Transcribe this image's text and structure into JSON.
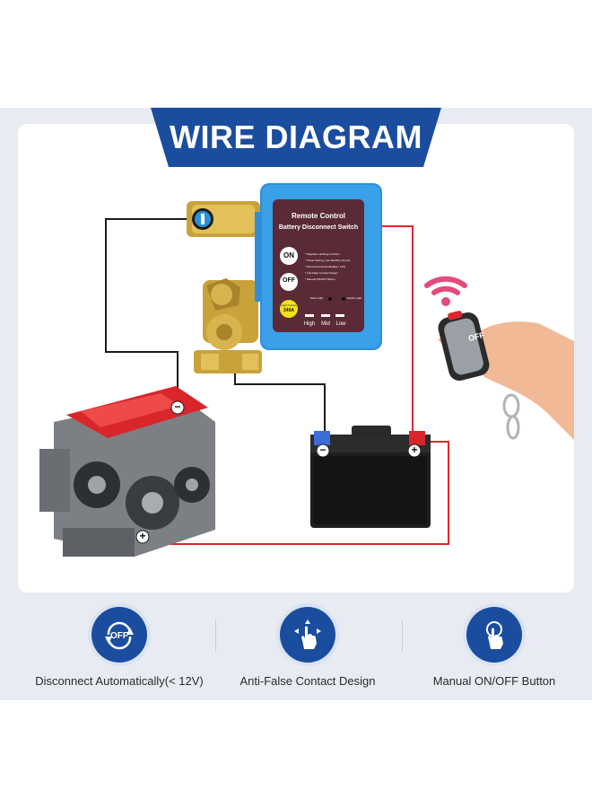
{
  "banner": {
    "title": "WIRE DIAGRAM"
  },
  "device": {
    "title_line1": "Remote Control",
    "title_line2": "Battery Disconnect Switch",
    "on_label": "ON",
    "off_label": "OFF",
    "current_label": "High Current",
    "current_value": "240A",
    "feature_lines": [
      "* Magnetic Latching Function",
      "* Power Saving, Low Standby Current",
      "* Disconnect Automatically(< 12V)",
      "* Anti-False Contact Design",
      "* Manual ON/OFF Button"
    ],
    "indicator_left": "Work Light",
    "indicator_right": "Switch Light",
    "level_labels": [
      "High",
      "Mid",
      "Low"
    ]
  },
  "remote": {
    "button_label": "OFF"
  },
  "terminals": {
    "positive": "+",
    "negative": "−"
  },
  "features": [
    {
      "icon": "off-refresh-icon",
      "icon_text": "OFF",
      "label": "Disconnect Automatically(< 12V)"
    },
    {
      "icon": "hand-pointer-move-icon",
      "label": "Anti-False Contact Design"
    },
    {
      "icon": "hand-press-icon",
      "label": "Manual ON/OFF Button"
    }
  ],
  "colors": {
    "brand_blue": "#1b4d9e",
    "device_blue": "#2f8fdc",
    "wire_red": "#e0262b",
    "wire_black": "#1a1a1a"
  }
}
